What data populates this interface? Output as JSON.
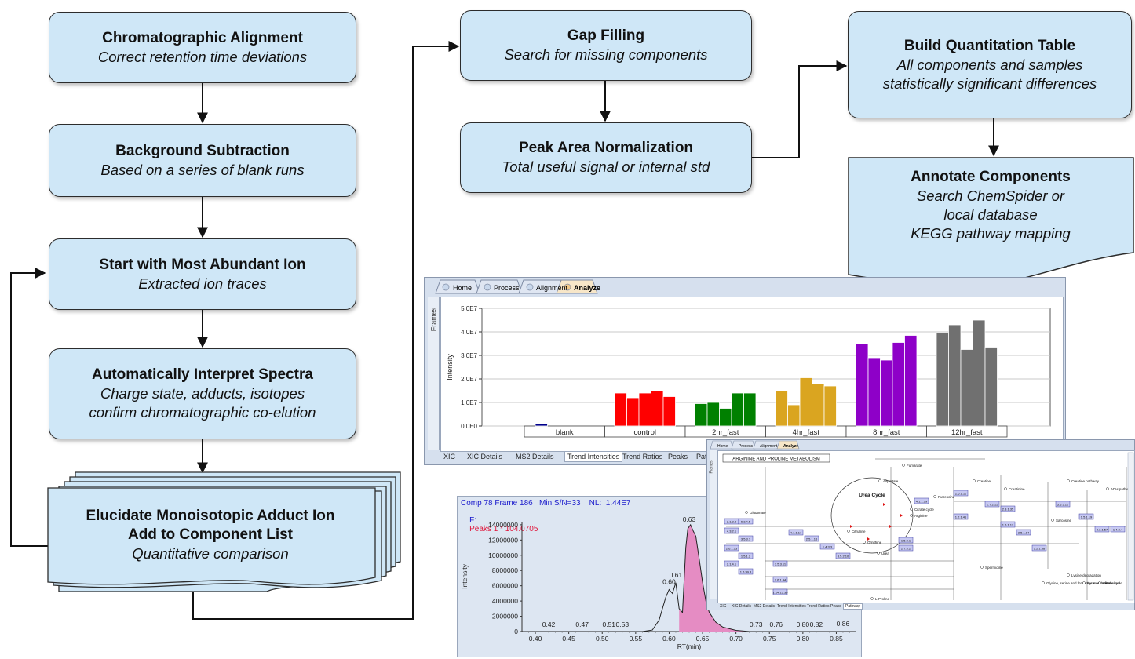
{
  "flow": {
    "align": {
      "title": "Chromatographic Alignment",
      "sub": "Correct retention time deviations"
    },
    "background": {
      "title": "Background Subtraction",
      "sub": "Based on a series of blank runs"
    },
    "start": {
      "title": "Start with Most Abundant Ion",
      "sub": "Extracted ion traces"
    },
    "interpret": {
      "title": "Automatically Interpret Spectra",
      "sub1": "Charge state, adducts, isotopes",
      "sub2": "confirm chromatographic co-elution"
    },
    "elucidate": {
      "title1": "Elucidate Monoisotopic Adduct Ion",
      "title2": "Add to Component List",
      "sub": "Quantitative comparison"
    },
    "gap": {
      "title": "Gap Filling",
      "sub": "Search for missing components"
    },
    "normalize": {
      "title": "Peak Area Normalization",
      "sub": "Total useful signal or internal std"
    },
    "quant": {
      "title": "Build Quantitation Table",
      "sub1": "All components and samples",
      "sub2": "statistically significant differences"
    },
    "annotate": {
      "title": "Annotate Components",
      "sub1": "Search ChemSpider or",
      "sub2": "local database",
      "sub3": "KEGG pathway mapping"
    }
  },
  "trend_window": {
    "tabs": [
      "Home",
      "Process",
      "Alignment",
      "Analyze"
    ],
    "side_label": "Frames",
    "bottom_tabs": [
      "XIC",
      "XIC Details",
      "MS2 Details",
      "Trend Intensities",
      "Trend Ratios",
      "Peaks",
      "Pathway"
    ]
  },
  "chrom_window": {
    "header1": "Comp 78 Frame 186   Min S/N=33    NL:  1.44E7",
    "header2_prefix": "F:",
    "header2": "Peaks 1 * 104.0705"
  },
  "pathway_window": {
    "tabs": [
      "Home",
      "Process",
      "Alignment",
      "Analyze"
    ],
    "title": "ARGININE AND PROLINE METABOLISM",
    "center_label": "Urea Cycle",
    "nodes": [
      "Arginine",
      "Ornithine",
      "Citrulline",
      "Urea",
      "Creatine",
      "Creatinine",
      "Putrescine",
      "Spermidine",
      "L-Proline",
      "Glutamate",
      "Fumarate",
      "Aspartate",
      "Sarcosine",
      "Citrate cycle",
      "Creatine pathway",
      "ADH pathway",
      "Glycine, serine and threonine metabolism",
      "Lysine degradation",
      "Pyruvate metabolism",
      "Citrate cycle"
    ],
    "ec_labels": [
      "2.1.3.3",
      "6.3.4.5",
      "4.3.2.1",
      "3.5.3.1",
      "2.6.1.13",
      "1.5.1.2",
      "2.1.4.1",
      "1.5.99.8",
      "3.5.3.11",
      "2.6.1.44",
      "1.14.13.39",
      "4.1.1.17",
      "2.5.1.16",
      "1.4.3.3",
      "3.5.2.10",
      "1.5.3.1",
      "2.7.3.2",
      "4.1.1.19",
      "2.6.1.11",
      "1.2.1.41",
      "2.7.2.11",
      "1.5.1.12",
      "3.5.1.14",
      "2.3.1.35",
      "1.2.1.38",
      "3.5.3.12",
      "1.5.1.19",
      "2.3.1.57",
      "1.4.3.4"
    ],
    "bottom_tabs": [
      "XIC",
      "XIC Details",
      "MS2 Details",
      "Trend Intensities",
      "Trend Ratios",
      "Peaks",
      "Pathway"
    ],
    "side_label": "Frames"
  },
  "colors": {
    "box_fill": "#cfe7f7",
    "peak_fill": "#e58cc3",
    "bar_red": "#ff0000",
    "bar_green": "#008000",
    "bar_gold": "#daa520",
    "bar_purple": "#8e00c8",
    "bar_gray": "#707070",
    "bar_blue": "#00008b"
  },
  "chart_data": [
    {
      "type": "bar",
      "ylabel": "Intensity",
      "ylim": [
        0,
        50000000
      ],
      "yticks": [
        "0.0E0",
        "1.0E7",
        "2.0E7",
        "3.0E7",
        "4.0E7",
        "5.0E7"
      ],
      "categories": [
        "blank",
        "control",
        "2hr_fast",
        "4hr_fast",
        "8hr_fast",
        "12hr_fast"
      ],
      "grid": true,
      "series": [
        {
          "color": "#00008b",
          "values": [
            1000000
          ]
        },
        {
          "color": "#ff0000",
          "values": [
            14000000,
            12000000,
            14000000,
            15000000,
            12500000
          ]
        },
        {
          "color": "#008000",
          "values": [
            9500000,
            10000000,
            7500000,
            14000000,
            14000000
          ]
        },
        {
          "color": "#daa520",
          "values": [
            15000000,
            9000000,
            20500000,
            18000000,
            17000000
          ]
        },
        {
          "color": "#8e00c8",
          "values": [
            35000000,
            29000000,
            28000000,
            35500000,
            38500000
          ]
        },
        {
          "color": "#707070",
          "values": [
            39500000,
            43000000,
            32500000,
            45000000,
            33500000
          ]
        }
      ]
    },
    {
      "type": "line",
      "xlabel": "RT(min)",
      "ylabel": "Intensity",
      "xlim": [
        0.38,
        0.88
      ],
      "ylim": [
        0,
        14400000
      ],
      "xticks": [
        "0.40",
        "0.45",
        "0.50",
        "0.55",
        "0.60",
        "0.65",
        "0.70",
        "0.75",
        "0.80",
        "0.85"
      ],
      "yticks": [
        "0",
        "2000000",
        "4000000",
        "6000000",
        "8000000",
        "10000000",
        "12000000",
        "14000000"
      ],
      "peak_labels": [
        "0.42",
        "0.47",
        "0.51",
        "0.53",
        "0.60",
        "0.61",
        "0.63",
        "0.73",
        "0.76",
        "0.80",
        "0.82",
        "0.86"
      ],
      "peak_label_rt": [
        0.42,
        0.47,
        0.51,
        0.53,
        0.6,
        0.61,
        0.63,
        0.73,
        0.76,
        0.8,
        0.82,
        0.86
      ],
      "peak_label_y": [
        300000,
        300000,
        300000,
        300000,
        5900000,
        6800000,
        14100000,
        300000,
        300000,
        300000,
        300000,
        400000
      ],
      "x": [
        0.38,
        0.56,
        0.575,
        0.585,
        0.595,
        0.6,
        0.605,
        0.61,
        0.615,
        0.62,
        0.625,
        0.628,
        0.632,
        0.636,
        0.64,
        0.645,
        0.65,
        0.655,
        0.66,
        0.67,
        0.68,
        0.7,
        0.72,
        0.88
      ],
      "y": [
        0,
        0,
        200000,
        1500000,
        4500000,
        5500000,
        5000000,
        6400000,
        3000000,
        2500000,
        11000000,
        13500000,
        14000000,
        13200000,
        12500000,
        9500000,
        6500000,
        4000000,
        2500000,
        1200000,
        600000,
        150000,
        0,
        0
      ],
      "fill_from": 0.615
    }
  ]
}
